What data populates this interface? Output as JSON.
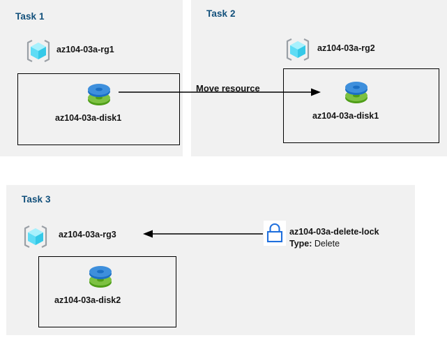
{
  "diagram": {
    "title_color": "#12507b",
    "panel_bg": "#f1f1f1",
    "page_bg": "#ffffff",
    "accent_blue": "#3a8fdb",
    "accent_green": "#6cb32c",
    "lock_blue": "#1f6fdd",
    "cube_cyan": "#63e1f5"
  },
  "panels": [
    {
      "id": "task1",
      "title": "Task 1"
    },
    {
      "id": "task2",
      "title": "Task 2"
    },
    {
      "id": "task3",
      "title": "Task 3"
    }
  ],
  "task1": {
    "title": "Task 1",
    "resource_group": {
      "label": "az104-03a-rg1",
      "icon": "resource-group-icon"
    },
    "disk": {
      "label": "az104-03a-disk1",
      "icon": "managed-disk-icon"
    }
  },
  "task2": {
    "title": "Task 2",
    "resource_group": {
      "label": "az104-03a-rg2",
      "icon": "resource-group-icon"
    },
    "disk": {
      "label": "az104-03a-disk1",
      "icon": "managed-disk-icon"
    }
  },
  "task3": {
    "title": "Task 3",
    "resource_group": {
      "label": "az104-03a-rg3",
      "icon": "resource-group-icon"
    },
    "disk": {
      "label": "az104-03a-disk2",
      "icon": "managed-disk-icon"
    },
    "lock": {
      "icon": "lock-icon",
      "name": "az104-03a-delete-lock",
      "type_key": "Type:",
      "type_value": "Delete"
    }
  },
  "connectors": {
    "move_resource": {
      "label": "Move resource",
      "direction": "right"
    },
    "lock_applies": {
      "label": "",
      "direction": "left"
    }
  }
}
